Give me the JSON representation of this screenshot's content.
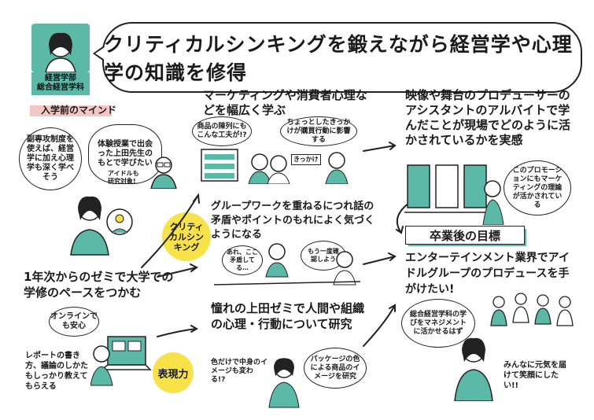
{
  "title": "クリティカルシンキングを鍛えながら経営学や心理学の知識を修得",
  "department": [
    "経営学部",
    "総合経営学科"
  ],
  "left_header": "入学前のマインド",
  "bubbles_before": {
    "left": "副専攻制度を使えば、経営学に加え心理学も深く学べそう",
    "right": "体験授業で出会った上田先生のもとで学びたい",
    "tag": "アイドルも研究対象!"
  },
  "first_year": "1年次からのゼミで大学での学修のペースをつかむ",
  "online_bubble": "オンラインでも安心",
  "report_text": "レポートの書き方、議論のしかたもしっかり教えてもらえる",
  "badge_critical": "クリティカルシンキング",
  "badge_expression": "表現力",
  "section_marketing": {
    "head": "マーケティングや消費者心理などを幅広く学ぶ",
    "bubble1": "商品の陳列にもこんな工夫が!?",
    "bubble2": "ちょっとしたきっかけが購買行動に影響する",
    "tag": "きっかけ"
  },
  "section_group": {
    "head": "グループワークを重ねるにつれ話の矛盾やポイントのもれによく気づくようになる",
    "bubble1": "あれ、ここ矛盾してる…",
    "bubble2": "もう一度確認しよう"
  },
  "section_seminar": {
    "head": "憧れの上田ゼミで人間や組織の心理・行動について研究",
    "bubble1": "色だけで中身のイメージも変わる!?",
    "bubble2": "パッケージの色による商品のイメージを研究"
  },
  "section_intern": {
    "head": "映像や舞台のプロデューサーのアシスタントのアルバイトで学んだことが現場でどのように活かされているかを実感",
    "bubble": "このプロモーションにもマーケティングの理論が活かされている"
  },
  "goal_label": "卒業後の目標",
  "goal_text": "エンターテインメント業界でアイドルグループのプロデュースを手がけたい!",
  "goal_bubble": "総合経営学科の学びをマネジメントに活かせるはず",
  "goal_smile": "みんなに元気を届けて笑顔にしたい!!",
  "colors": {
    "teal": "#5cb9a8",
    "yellow": "#f7e24a",
    "pink": "#f5c6c6",
    "ink": "#1a1a1a"
  }
}
